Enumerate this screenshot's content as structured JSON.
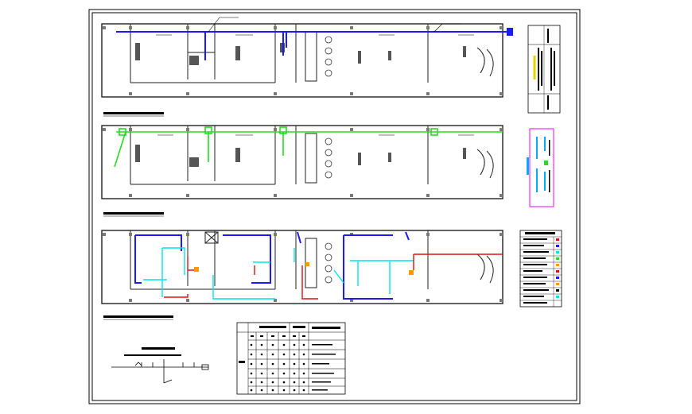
{
  "drawing": {
    "background": "#ffffff",
    "line_color": "#000000",
    "wall_color": "#222222",
    "column_color": "#7a7a7a",
    "water_line_color": "#1a1aff",
    "drain_line_color": "#22dd22",
    "cold_line_color": "#00e5ee",
    "hot_line_color": "#dd1111",
    "fixture_color": "#ff9900",
    "legend_frame_color": "#ff00ff"
  },
  "plans": [
    {
      "id": "plan-1",
      "system": "water-supply"
    },
    {
      "id": "plan-2",
      "system": "drainage"
    },
    {
      "id": "plan-3",
      "system": "hot-cold-distribution"
    }
  ],
  "icons": [
    "column-icon",
    "door-swing-icon",
    "ground-arrow-icon"
  ]
}
